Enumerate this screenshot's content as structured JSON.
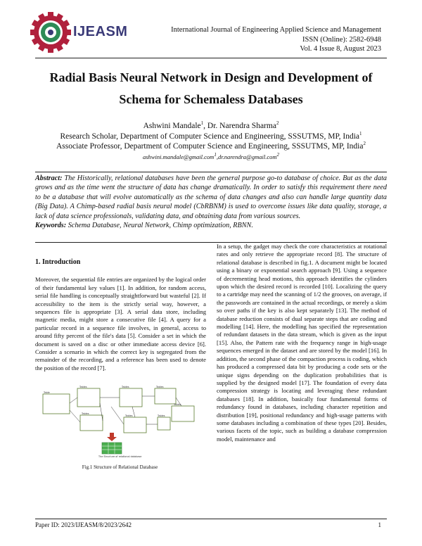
{
  "header": {
    "logo_text": "IJEASM",
    "journal_name": "International Journal of Engineering Applied Science and Management",
    "issn": "ISSN (Online): 2582-6948",
    "volume": "Vol. 4 Issue 8, August 2023"
  },
  "paper": {
    "title_line1": "Radial Basis Neural Network in Design and Development of",
    "title_line2": "Schema for Schemaless Databases",
    "author1": "Ashwini Mandale",
    "author2": "Dr. Narendra Sharma",
    "affiliation1": "Research Scholar, Department of Computer Science and Engineering, SSSUTMS, MP, India",
    "affiliation2": "Associate Professor, Department of Computer Science and Engineering, SSSUTMS, MP, India",
    "email1": "ashwini.mandale@gmail.com",
    "email2": "dr.narendra@gmail.com",
    "sup1": "1",
    "sup2": "2",
    "abstract_label": "Abstract:",
    "abstract_text": "The Historically, relational databases have been the general purpose go-to database of choice. But as the data grows and as the time went the structure of data has change dramatically. In order to satisfy this requirement there need to be a database that will evolve automatically as the schema of data changes and also can handle large quantity data (Big Data). A Chimp-based radial basis neural model (CbRBNM) is used to overcome issues like data quality, storage, a lack of data science professionals, validating data, and obtaining data from various sources.",
    "keywords_label": "Keywords:",
    "keywords_text": "Schema Database, Neural Network, Chimp optimization, RBNN."
  },
  "left_column": {
    "section_heading": "1. Introduction",
    "paragraph": "Moreover, the sequential file entries are organized by the logical order of their fundamental key values [1]. In addition, for random access, serial file handling is conceptually straightforward but wasteful [2]. If accessibility to the item is the strictly serial way, however, a sequences file is appropriate [3]. A serial data store, including magnetic media, might store a consecutive file [4]. A query for a particular record in a sequence file involves, in general, access to around fifty percent of the file's data [5]. Consider a set in which the document is saved on a disc or other immediate access device [6]. Consider a scenario in which the correct key is segregated from the remainder of the recording, and a reference has been used to denote the position of the record [7].",
    "figure_caption": "Fig.1 Structure of Relational Database"
  },
  "right_column": {
    "paragraph": "In a setup, the gadget may check the core characteristics at rotational rates and only retrieve the appropriate record [8]. The structure of relational database is described in fig.1. A document might be located using a binary or exponential search approach [9]. Using a sequence of decrementing head motions, this approach identifies the cylinders upon which the desired record is recorded [10]. Localizing the query to a cartridge may need the scanning of 1/2 the grooves, on average, if the passwords are contained in the actual recordings, or merely a skim so over paths if the key is also kept separately [13]. The method of database reduction consists of dual separate steps that are coding and modelling [14]. Here, the modelling has specified the representation of redundant datasets in the data stream, which is given as the input [15]. Also, the Pattern rate with the frequency range in high-usage sequences emerged in the dataset and are stored by the model [16]. In addition, the second phase of the compaction process is coding, which has produced a compressed data bit by producing a code sets or the unique signs depending on the duplication probabilities that is supplied by the designed model [17]. The foundation of every data compression strategy is locating and leveraging these redundant databases [18]. In addition, basically four fundamental forms of redundancy found in databases, including character repetition and distribution [19], positional redundancy and high-usage patterns with some databases including a combination of these types [20]. Besides, various facets of the topic, such as building a database compression model, maintenance and"
  },
  "figure": {
    "table_labels": [
      "Table",
      "Tables",
      "Tables",
      "Tables",
      "Tables",
      "Tables",
      "Tables",
      "Tables"
    ],
    "result_label": "The Structure of relational database",
    "colors": {
      "table_border": "#5a7a2e",
      "arrow": "#c0392b",
      "result_green": "#4caf50"
    }
  },
  "footer": {
    "paper_id": "Paper ID: 2023/IJEASM/8/2023/2642",
    "page_number": "1"
  },
  "colors": {
    "logo_text": "#3a3a78",
    "logo_gear": "#b0203c",
    "logo_inner": "#2e8b57"
  }
}
